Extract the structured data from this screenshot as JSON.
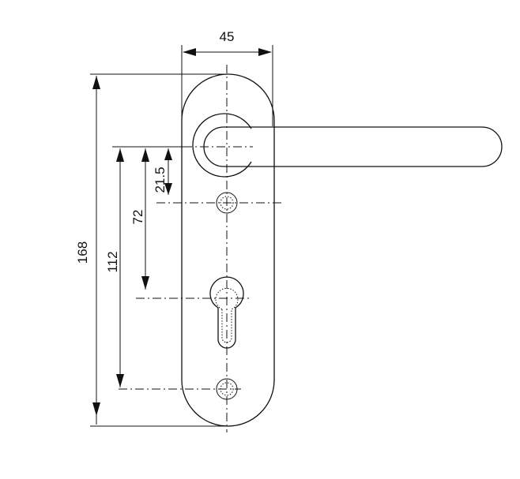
{
  "dimensions": {
    "width_label": "45",
    "total_height_label": "168",
    "lower_hole_distance_label": "112",
    "cylinder_distance_label": "72",
    "upper_hole_distance_label": "21.5"
  }
}
